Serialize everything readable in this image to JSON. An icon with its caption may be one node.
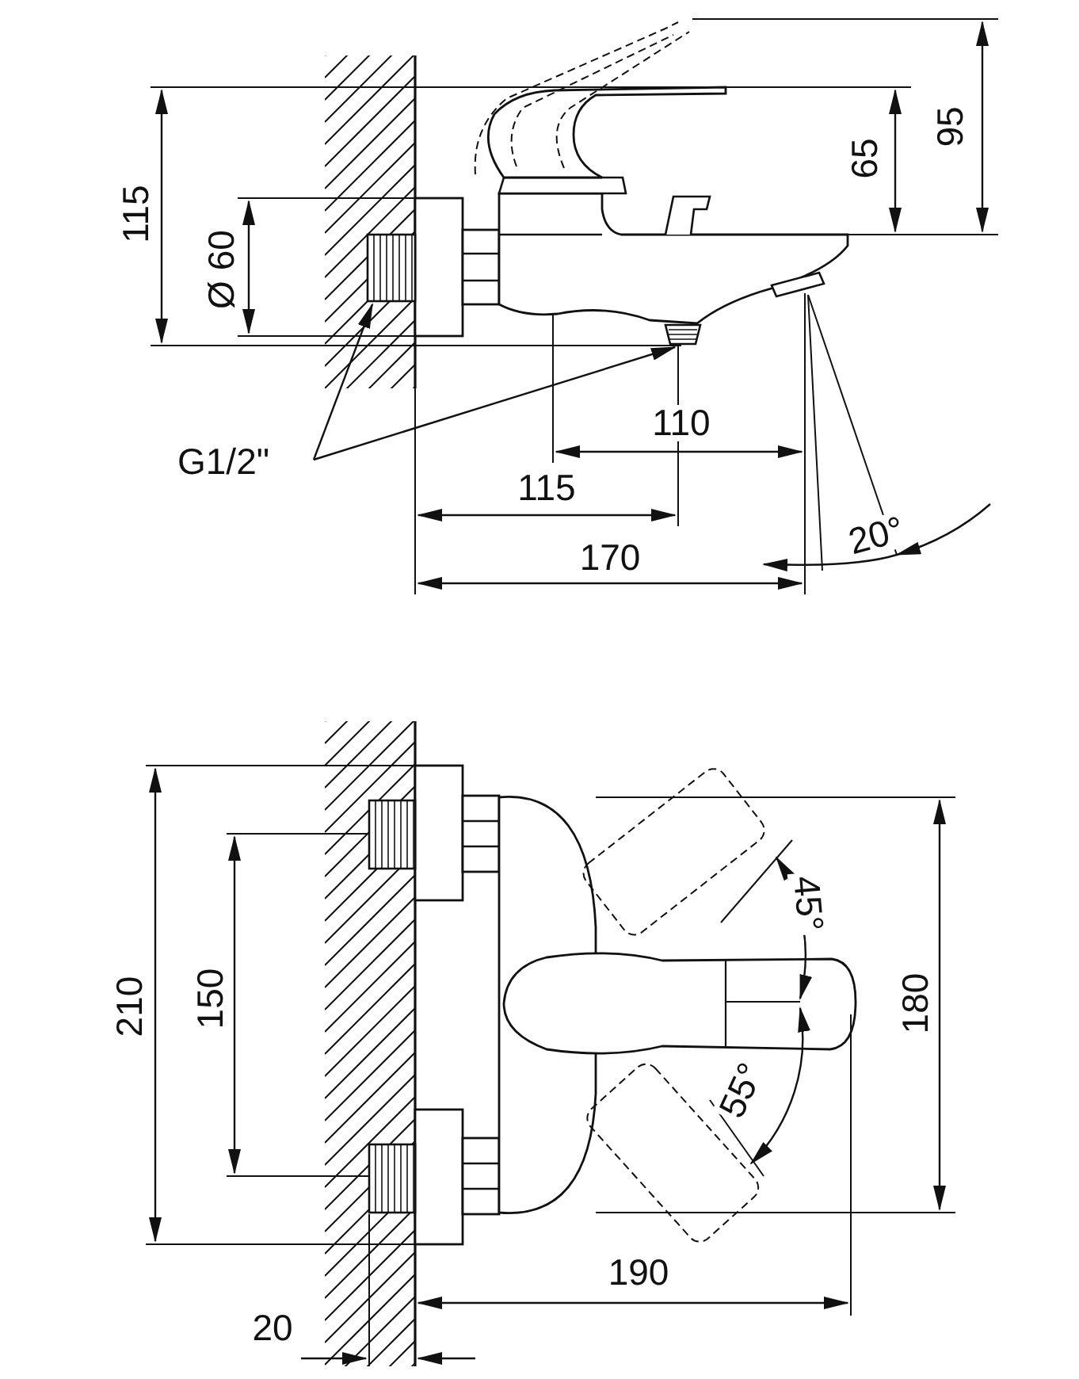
{
  "diagram": {
    "nodes": [
      {
        "text": [
          "G1/2\""
        ]
      },
      {
        "text": [],
        "shape": "picture"
      },
      {
        "text": [],
        "shape": "picture"
      },
      {
        "text": [],
        "shape": "picture"
      },
      {
        "text": [],
        "shape": "picture"
      }
    ],
    "edges": [
      {
        "from": 0,
        "to": 1,
        "arrow": "to"
      },
      {
        "from": 0,
        "to": 2,
        "arrow": "to"
      }
    ],
    "labels": [
      "95",
      "115",
      "65",
      "Ø 60",
      "110",
      "115",
      "170",
      "20°",
      "210",
      "150",
      "45°",
      "180",
      "55°",
      "190",
      "20"
    ]
  }
}
